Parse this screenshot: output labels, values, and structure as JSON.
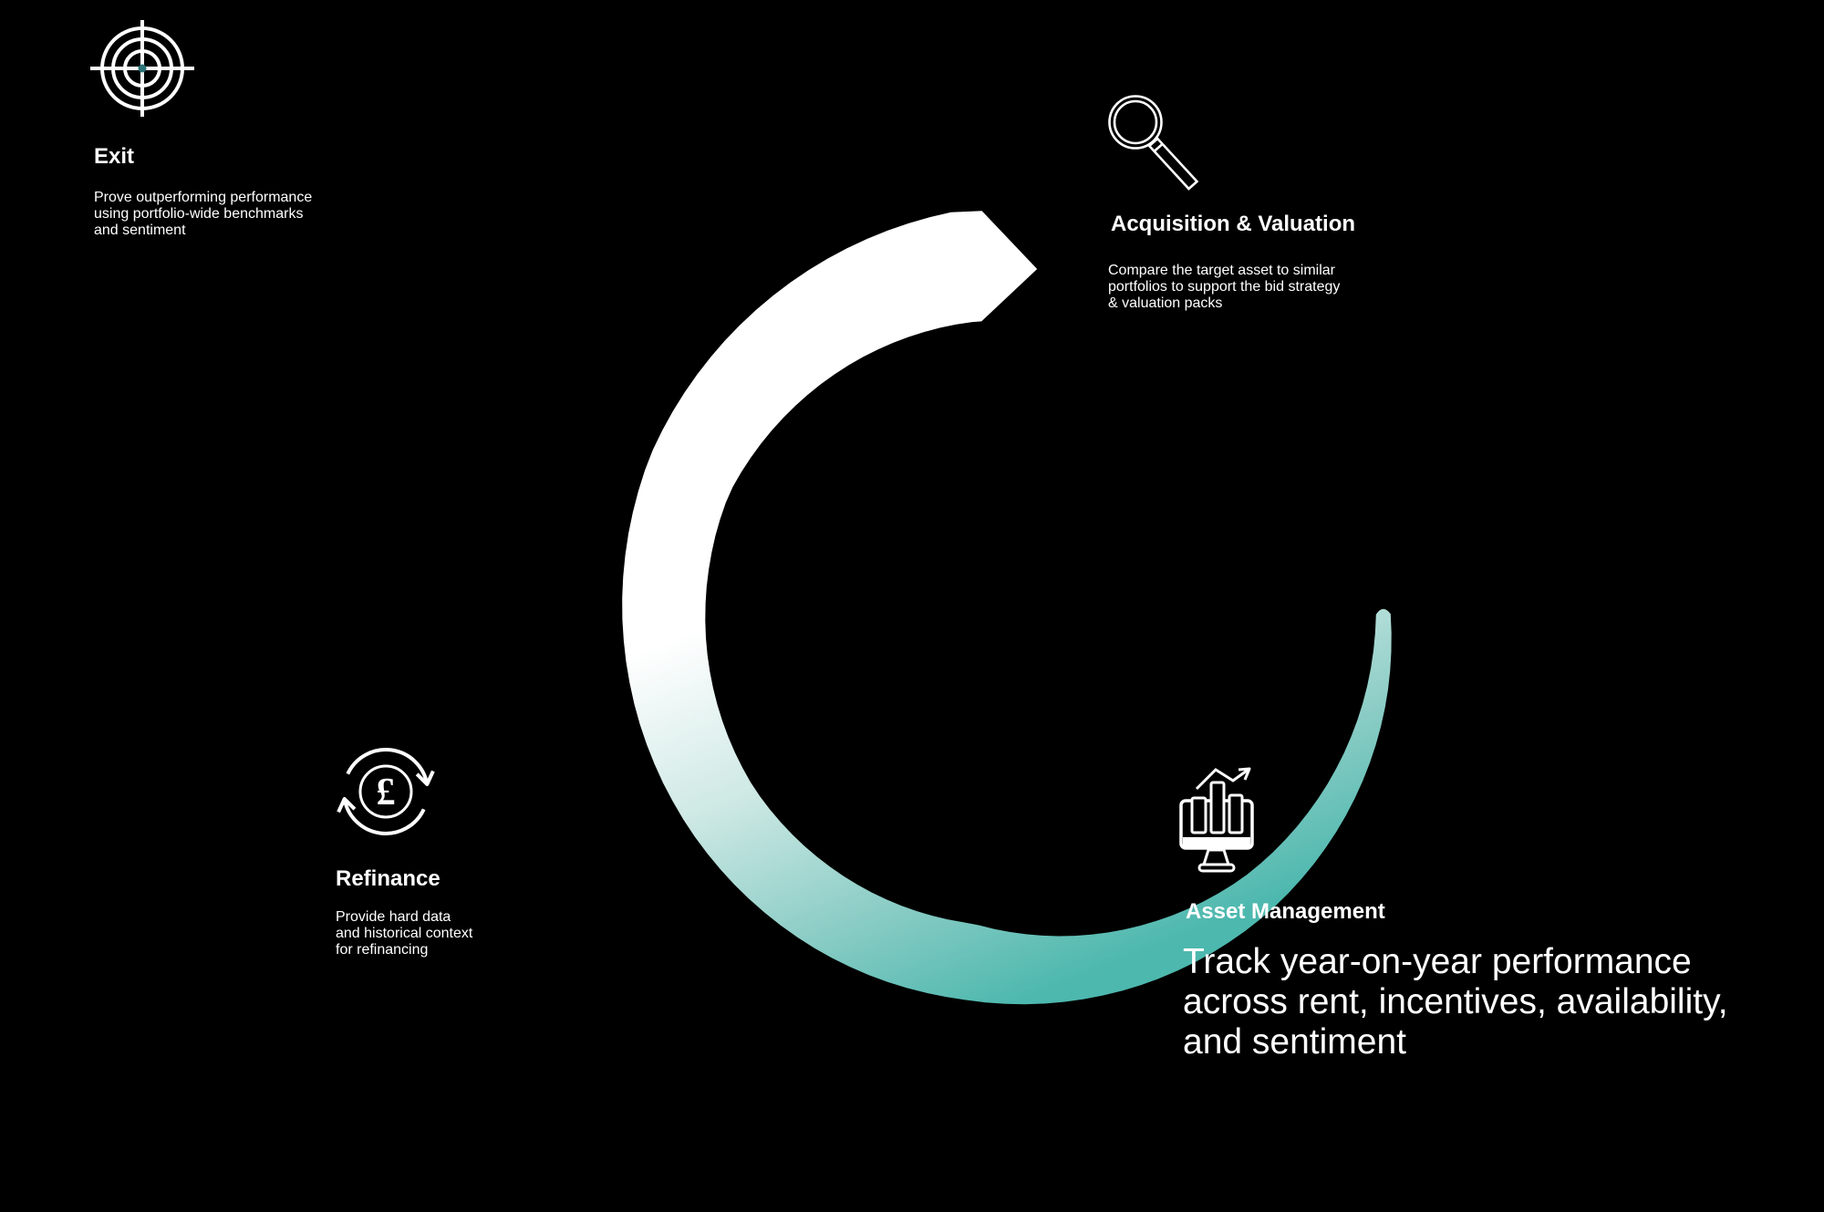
{
  "background_color": "#000000",
  "accent_teal": "#4db8ae",
  "target_dot_color": "#2b7377",
  "arc": {
    "start_color": "#ffffff",
    "pale_color": "#cfe9e5",
    "mid_color": "#8ccdc6",
    "end_color": "#4db8ae"
  },
  "icons": {
    "currency_symbol": "£"
  },
  "stages": [
    {
      "id": "exit",
      "icon": "target-icon",
      "title": "Exit",
      "lines": [
        "Prove outperforming performance",
        "using portfolio-wide benchmarks",
        "and sentiment"
      ]
    },
    {
      "id": "acquisition",
      "icon": "magnifier-icon",
      "title": "Acquisition & Valuation",
      "lines": [
        "Compare the target asset to similar",
        "portfolios to support the bid strategy",
        "& valuation packs"
      ]
    },
    {
      "id": "refinance",
      "icon": "currency-cycle-icon",
      "title": "Refinance",
      "lines": [
        "Provide hard data",
        "and historical context",
        "for refinancing"
      ]
    },
    {
      "id": "asset-management",
      "icon": "monitor-chart-icon",
      "title": "Asset Management",
      "lines": [
        "Track year-on-year performance",
        "across rent, incentives, availability,",
        "and sentiment"
      ]
    }
  ]
}
